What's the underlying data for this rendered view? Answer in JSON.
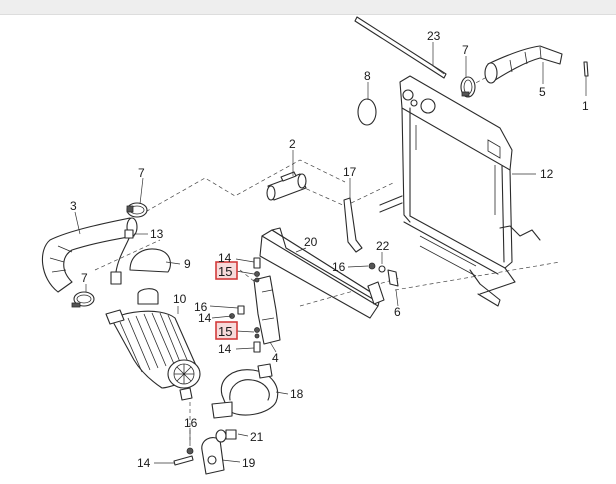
{
  "labels": {
    "p1": "1",
    "p2": "2",
    "p3": "3",
    "p4": "4",
    "p5": "5",
    "p6": "6",
    "p7a": "7",
    "p7b": "7",
    "p8": "8",
    "p9": "9",
    "p10": "10",
    "p12": "12",
    "p13": "13",
    "p14a": "14",
    "p14b": "14",
    "p14c": "14",
    "p14d": "14",
    "p15a": "15",
    "p15b": "15",
    "p16a": "16",
    "p16b": "16",
    "p16c": "16",
    "p17": "17",
    "p18": "18",
    "p19": "19",
    "p20": "20",
    "p21": "21",
    "p22": "22",
    "p23": "23"
  },
  "highlight_color": "#d23b3b"
}
